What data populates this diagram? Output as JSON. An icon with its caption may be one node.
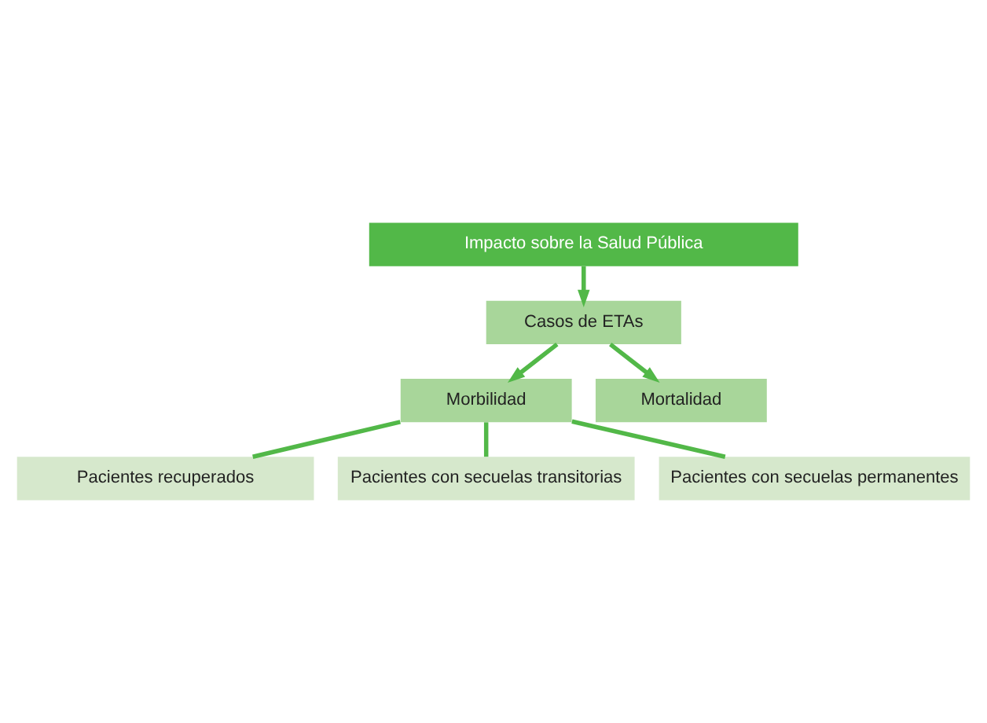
{
  "diagram": {
    "nodes": [
      {
        "text": [
          "Impacto sobre la Salud Pública"
        ]
      },
      {
        "text": [
          "Casos de ETAs"
        ]
      },
      {
        "text": [
          "Morbilidad"
        ]
      },
      {
        "text": [
          "Mortalidad"
        ]
      },
      {
        "text": [
          "Pacientes recuperados"
        ]
      },
      {
        "text": [
          "Pacientes con secuelas transitorias"
        ]
      },
      {
        "text": [
          "Pacientes con secuelas permanentes"
        ]
      }
    ],
    "edges": [
      {
        "from": 0,
        "to": 1,
        "arrow": "to"
      },
      {
        "from": 1,
        "to": 2,
        "arrow": "to"
      },
      {
        "from": 1,
        "to": 3,
        "arrow": "to"
      },
      {
        "from": 2,
        "to": 4,
        "arrow": "none"
      },
      {
        "from": 2,
        "to": 5,
        "arrow": "none"
      },
      {
        "from": 2,
        "to": 6,
        "arrow": "none"
      }
    ]
  }
}
